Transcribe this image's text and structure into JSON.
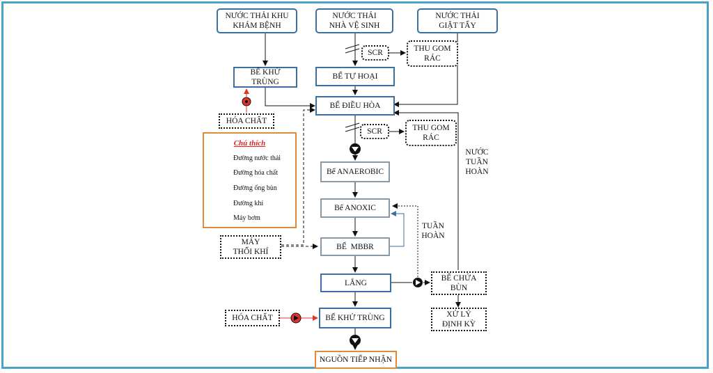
{
  "nodes": {
    "nuoc_thai_khu_kham_benh": "NƯỚC THẢI KHU KHÁM BỆNH",
    "nuoc_thai_nha_ve_sinh": "NƯỚC THẢI NHÀ VỆ SINH",
    "nuoc_thai_giat_tay": "NƯỚC THẢI GIẶT TẨY",
    "scr_1": "SCR",
    "thu_gom_rac_1": "THU GOM RÁC",
    "be_khu_trung_top": "BỂ KHỬ TRÙNG",
    "be_tu_hoai": "BỂ TỰ HOẠI",
    "hoa_chat_top": "HÓA CHẤT",
    "be_dieu_hoa": "BỂ ĐIỀU HÒA",
    "scr_2": "SCR",
    "thu_gom_rac_2": "THU GOM RÁC",
    "be_anaerobic": "Bể ANAEROBIC",
    "be_anoxic": "Bể ANOXIC",
    "may_thoi_khi": "MÁY THỔI KHÍ",
    "be_mbbr": "BỂ  MBBR",
    "lang": "LẮNG",
    "be_chua_bun": "BỂ CHỨA BÙN",
    "hoa_chat_bottom": "HÓA CHẤT",
    "be_khu_trung_bottom": "BỂ KHỬ TRÙNG",
    "xu_ly_dinh_ky": "XỬ LÝ ĐỊNH KỲ",
    "nguon_tiep_nhan": "NGUỒN TIẾP NHẬN"
  },
  "labels": {
    "nuoc_tuan_hoan": "NƯỚC TUẦN HOÀN",
    "tuan_hoan": "TUẦN HOÀN"
  },
  "legend": {
    "title": "Chú thích",
    "items": [
      "Đường nước thải",
      "Đường hóa chất",
      "Đường ống bùn",
      "Đường khí",
      "Máy bơm"
    ]
  },
  "colors": {
    "frame": "#4aa3c6",
    "box_border": "#3a6fa3",
    "legend_border": "#e08a3a",
    "chemical_line": "#e0332b",
    "legend_title": "#dd2222"
  }
}
